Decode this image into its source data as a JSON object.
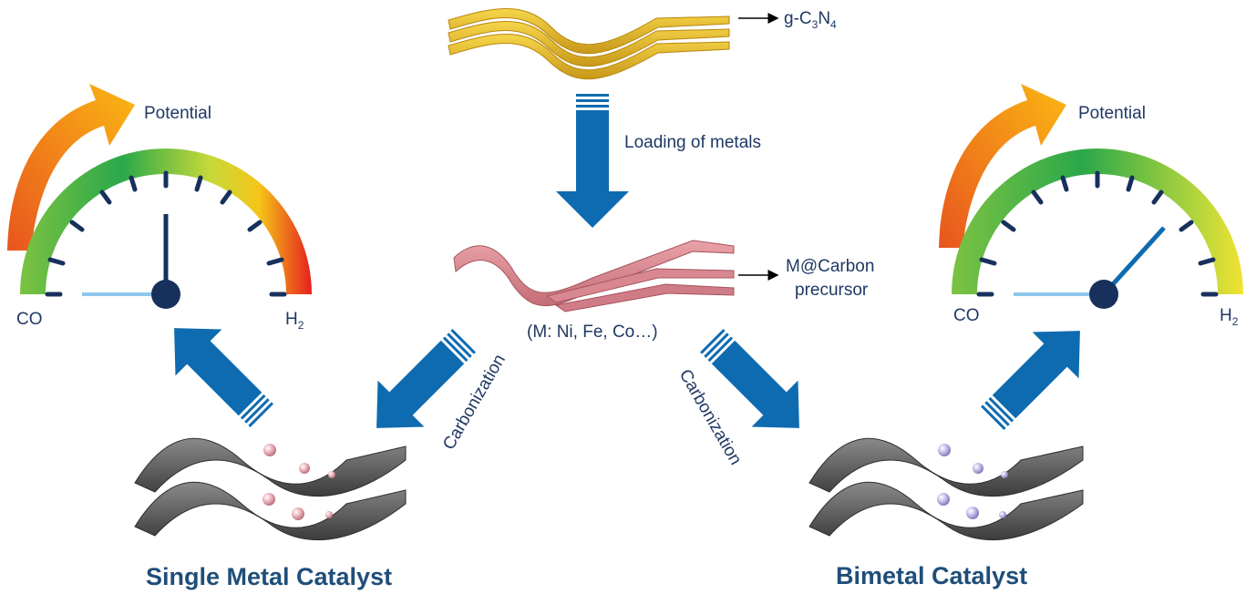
{
  "labels": {
    "gc3n4_prefix": "g-C",
    "gc3n4_sub1": "3",
    "gc3n4_mid": "N",
    "gc3n4_sub2": "4",
    "loading": "Loading of metals",
    "precursor_line1": "M@Carbon",
    "precursor_line2": "precursor",
    "metals": "(M: Ni, Fe, Co…)",
    "carbonization_left": "Carbonization",
    "carbonization_right": "Carbonization"
  },
  "gauge_left": {
    "title": "Potential",
    "co_label": "CO",
    "h2_prefix": "H",
    "h2_sub": "2"
  },
  "gauge_right": {
    "title": "Potential",
    "co_label": "CO",
    "h2_prefix": "H",
    "h2_sub": "2"
  },
  "captions": {
    "single": "Single Metal Catalyst",
    "bimetal": "Bimetal Catalyst"
  },
  "colors": {
    "arrow_blue": "#0e6bb0",
    "label_navy": "#1f3864",
    "title_blue": "#1f4e79",
    "gc3n4_gold": "#e0b41c",
    "precursor_pink": "#d9838c",
    "carbon_gray": "#5c5c5c",
    "particle_pink": "#efb7bf",
    "particle_lilac": "#c8c2ec"
  }
}
